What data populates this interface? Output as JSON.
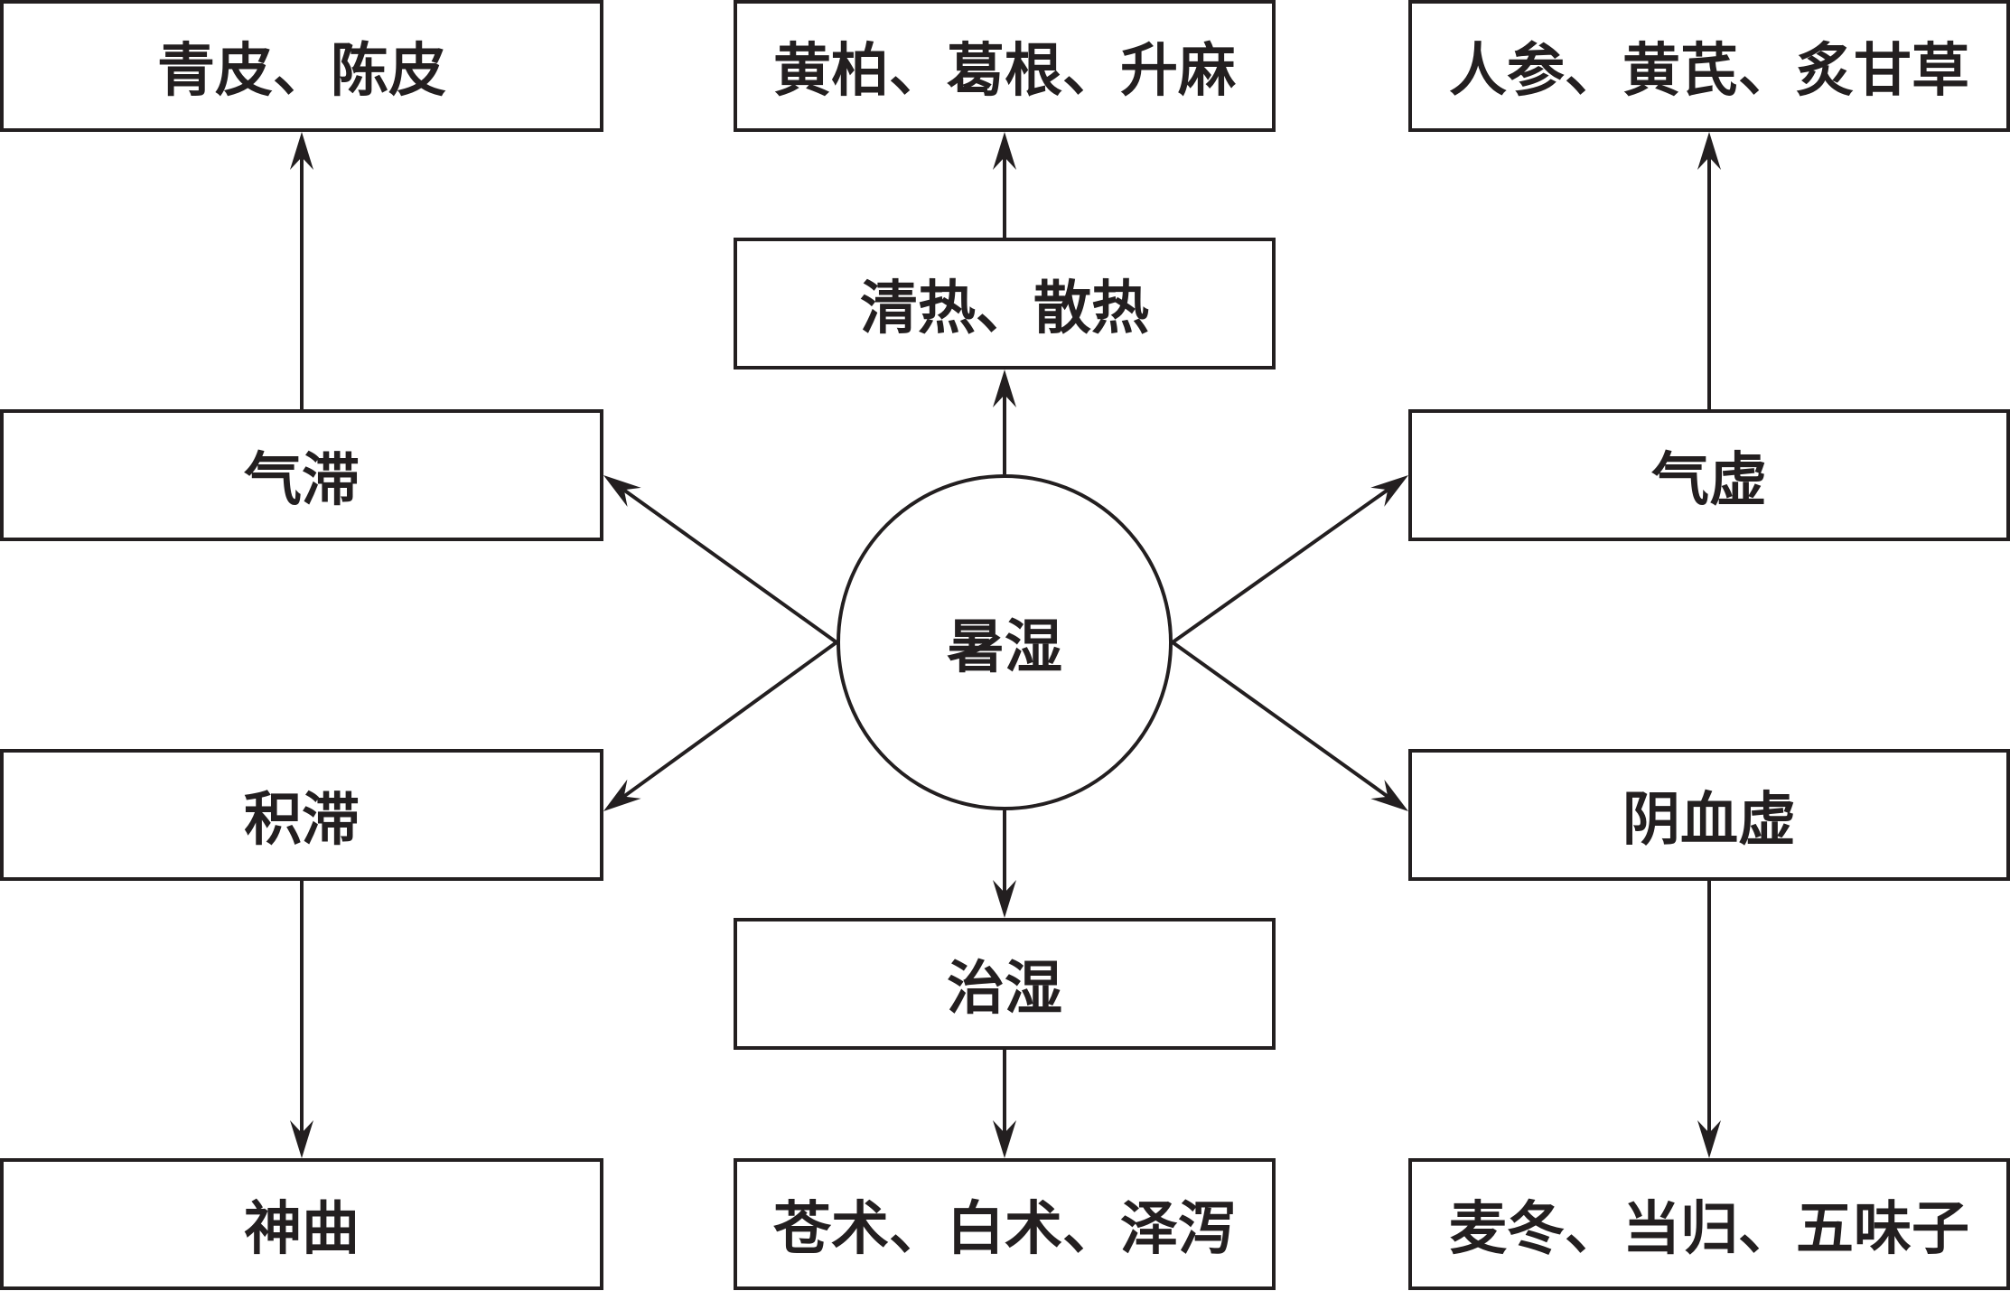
{
  "diagram": {
    "center": {
      "label": "暑湿"
    },
    "nodes": {
      "qizhi": "气滞",
      "jizhi": "积滞",
      "qixu": "气虚",
      "yinxuexu": "阴血虚",
      "qingre": "清热、散热",
      "zhishi": "治湿",
      "qingpi": "青皮、陈皮",
      "huangbai": "黄柏、葛根、升麻",
      "renshen": "人参、黄芪、炙甘草",
      "shenqu": "神曲",
      "cangzhu": "苍术、白术、泽泻",
      "maidong": "麦冬、当归、五味子"
    },
    "colors": {
      "stroke": "#231f20",
      "fill": "#ffffff",
      "text": "#231f20"
    }
  }
}
